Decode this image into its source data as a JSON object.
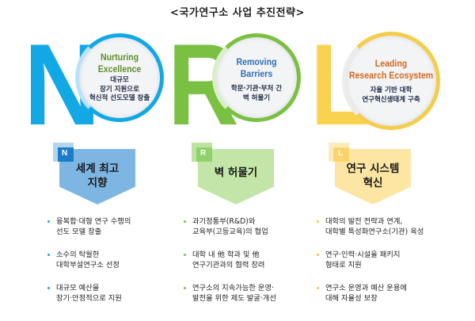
{
  "title": "<국가연구소 사업 추진전략>",
  "colors": {
    "blue": "#12a8e6",
    "blue_light": "#7db6e3",
    "blue_tag": "#1b7cc9",
    "green": "#7ac143",
    "green_light": "#c3e6a8",
    "green_tag": "#8fd16a",
    "yellow": "#f9d34f",
    "yellow_light": "#fde6a3",
    "yellow_tag": "#fbd36a",
    "text_green": "#5f8f2a",
    "text_blue": "#2f6fb5",
    "text_orange": "#d2691e"
  },
  "pillars": [
    {
      "letter": "N",
      "circle_title_line1": "Nurturing",
      "circle_title_line2": "Excellence",
      "circle_desc": "대규모\n장기 지원으로\n혁신적 선도모델 창출",
      "box_tag": "N",
      "box_title": "세계 최고\n지향",
      "bullets": [
        "융복합·대형 연구 수행의\n선도 모델 창출",
        "소수의 탁월한\n대학부설연구소 선정",
        "대규모 예산을\n장기·안정적으로 지원"
      ]
    },
    {
      "letter": "R",
      "circle_title_line1": "Removing",
      "circle_title_line2": "Barriers",
      "circle_desc": "학문·기관·부처 간\n벽 허물기",
      "box_tag": "R",
      "box_title": "벽 허물기",
      "bullets": [
        "과기정통부(R&D)와\n교육부(고등교육)의 협업",
        "대학 내 他 학과 및 他\n연구기관과의 협력 장려",
        "연구소의 지속가능한 운영·\n발전을 위한 제도 발굴·개선"
      ]
    },
    {
      "letter": "L",
      "circle_title_line1": "Leading",
      "circle_title_line2": "Research Ecosystem",
      "circle_desc": "자율 기반 대학\n연구혁신생태계 구축",
      "box_tag": "L",
      "box_title": "연구 시스템\n혁신",
      "bullets": [
        "대학의 발전 전략과 연계,\n대학별 특성화연구소(기관) 육성",
        "연구·인력·시설을 패키지\n형태로 지원",
        "연구소 운영과 예산 운용에\n대해 자율성 보장"
      ]
    }
  ]
}
